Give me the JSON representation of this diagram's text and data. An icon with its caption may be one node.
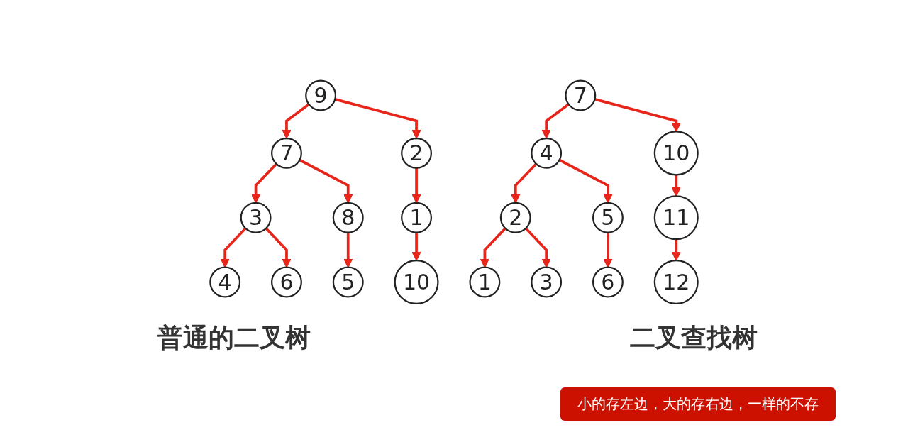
{
  "diagram": {
    "nodes": [
      {
        "text": [
          "9"
        ]
      },
      {
        "text": [
          "7"
        ]
      },
      {
        "text": [
          "2"
        ]
      },
      {
        "text": [
          "3"
        ]
      },
      {
        "text": [
          "8"
        ]
      },
      {
        "text": [
          "1"
        ]
      },
      {
        "text": [
          "4"
        ]
      },
      {
        "text": [
          "6"
        ]
      },
      {
        "text": [
          "5"
        ]
      },
      {
        "text": [
          "10"
        ]
      },
      {
        "text": [
          "7"
        ]
      },
      {
        "text": [
          "4"
        ]
      },
      {
        "text": [
          "10"
        ]
      },
      {
        "text": [
          "2"
        ]
      },
      {
        "text": [
          "5"
        ]
      },
      {
        "text": [
          "11"
        ]
      },
      {
        "text": [
          "1"
        ]
      },
      {
        "text": [
          "3"
        ]
      },
      {
        "text": [
          "6"
        ]
      },
      {
        "text": [
          "12"
        ]
      }
    ],
    "edges": [
      {
        "from": 0,
        "to": 1,
        "arrow": "to"
      },
      {
        "from": 0,
        "to": 2,
        "arrow": "to"
      },
      {
        "from": 1,
        "to": 3,
        "arrow": "to"
      },
      {
        "from": 1,
        "to": 4,
        "arrow": "to"
      },
      {
        "from": 2,
        "to": 5,
        "arrow": "to"
      },
      {
        "from": 3,
        "to": 6,
        "arrow": "to"
      },
      {
        "from": 3,
        "to": 7,
        "arrow": "to"
      },
      {
        "from": 4,
        "to": 8,
        "arrow": "to"
      },
      {
        "from": 5,
        "to": 9,
        "arrow": "to"
      },
      {
        "from": 10,
        "to": 11,
        "arrow": "to"
      },
      {
        "from": 10,
        "to": 12,
        "arrow": "to"
      },
      {
        "from": 11,
        "to": 13,
        "arrow": "to"
      },
      {
        "from": 11,
        "to": 14,
        "arrow": "to"
      },
      {
        "from": 12,
        "to": 15,
        "arrow": "to"
      },
      {
        "from": 13,
        "to": 16,
        "arrow": "to"
      },
      {
        "from": 13,
        "to": 17,
        "arrow": "to"
      },
      {
        "from": 14,
        "to": 18,
        "arrow": "to"
      },
      {
        "from": 15,
        "to": 19,
        "arrow": "to"
      }
    ],
    "labels": [
      "普通的二叉树",
      "二叉查找树",
      "小的存左边，大的存右边，一样的不存"
    ]
  }
}
